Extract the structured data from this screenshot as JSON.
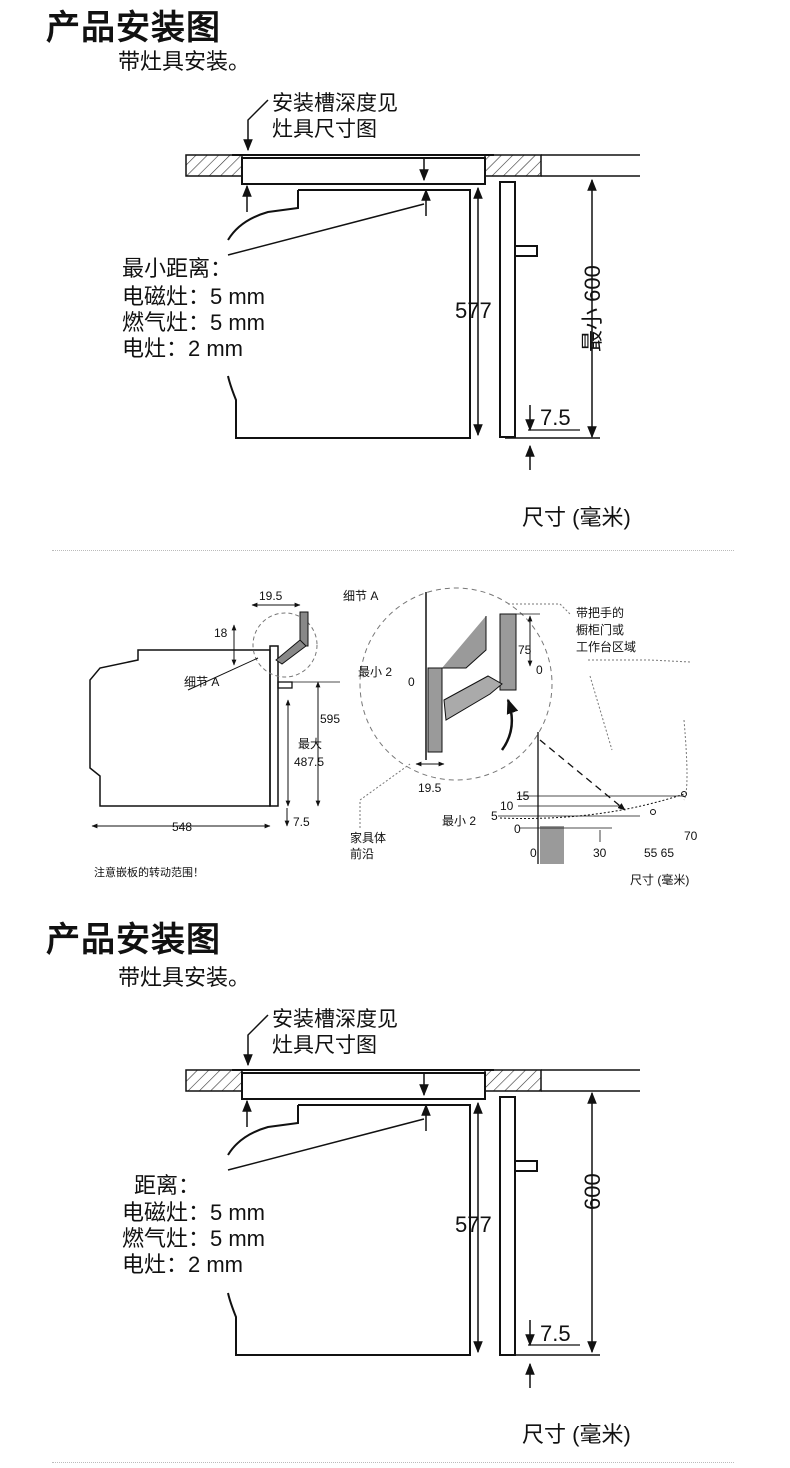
{
  "section1": {
    "title": "产品安装图",
    "subtitle": "带灶具安装。",
    "note": [
      "安装槽深度见",
      "灶具尺寸图"
    ],
    "clearance_heading": "最小距离：",
    "clearances": [
      "电磁灶：5 mm",
      "燃气灶：5 mm",
      "电灶：2 mm"
    ],
    "dim_depth": "577",
    "dim_height": "最小 600",
    "dim_gap": "7.5",
    "units": "尺寸 (毫米)"
  },
  "section2": {
    "dim_19_5_top": "19.5",
    "dim_18": "18",
    "detail_a_label": "细节 A",
    "detail_a_title": "细节 A",
    "dim_595": "595",
    "dim_max": "最大",
    "dim_487_5": "487.5",
    "dim_548": "548",
    "dim_7_5": "7.5",
    "min2_a": "最小 2",
    "zero_a": "0",
    "dim_75": "75",
    "zero_b": "0",
    "dim_19_5_bottom": "19.5",
    "handle_note": [
      "带把手的",
      "橱柜门或",
      "工作台区域"
    ],
    "furniture_edge": [
      "家具体",
      "前沿"
    ],
    "scale_left": [
      "15",
      "10",
      "5",
      "最小 2",
      "0"
    ],
    "scale_zero": "0",
    "scale_bottom": [
      "30",
      "55 65",
      "70"
    ],
    "warning": "注意嵌板的转动范围！",
    "units": "尺寸 (毫米)"
  },
  "section3": {
    "title": "产品安装图",
    "subtitle": "带灶具安装。",
    "note": [
      "安装槽深度见",
      "灶具尺寸图"
    ],
    "clearance_heading": "距离：",
    "clearances": [
      "电磁灶：5 mm",
      "燃气灶：5 mm",
      "电灶：2 mm"
    ],
    "dim_depth": "577",
    "dim_height": "600",
    "dim_gap": "7.5",
    "units": "尺寸 (毫米)"
  }
}
